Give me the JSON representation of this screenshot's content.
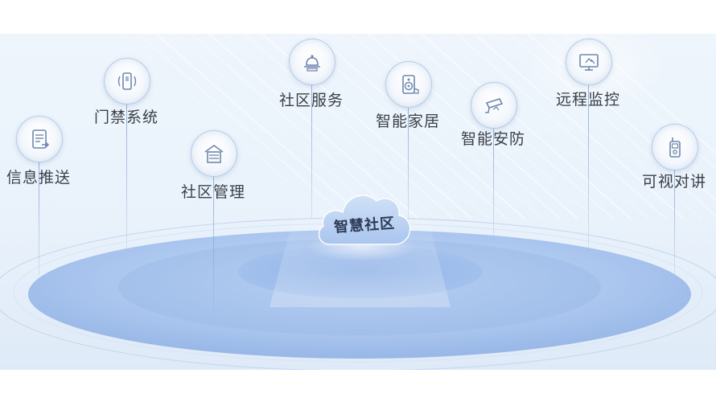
{
  "center": {
    "label": "智慧社区"
  },
  "nodes": [
    {
      "label": "信息推送",
      "icon": "document-icon"
    },
    {
      "label": "门禁系统",
      "icon": "access-card-icon"
    },
    {
      "label": "社区管理",
      "icon": "building-icon"
    },
    {
      "label": "社区服务",
      "icon": "service-bell-icon"
    },
    {
      "label": "智能家居",
      "icon": "smart-speaker-icon"
    },
    {
      "label": "智能安防",
      "icon": "security-camera-icon"
    },
    {
      "label": "远程监控",
      "icon": "monitor-icon"
    },
    {
      "label": "可视对讲",
      "icon": "walkie-talkie-icon"
    }
  ],
  "colors": {
    "accent": "#5b8fd6",
    "icon_stroke": "#6f87ad",
    "text": "#3a3f48",
    "platform": "#9dbbe8"
  }
}
